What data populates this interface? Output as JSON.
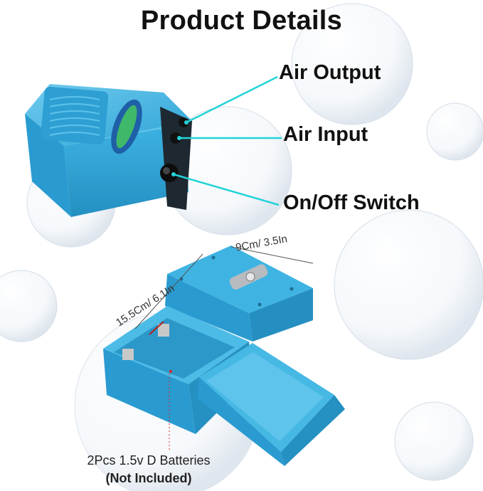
{
  "title": "Product Details",
  "callouts": {
    "air_output": "Air Output",
    "air_input": "Air Input",
    "switch": "On/Off Switch"
  },
  "dimensions": {
    "width": "9Cm/ 3.5In",
    "length": "15.5Cm/  6.1In"
  },
  "battery_note": {
    "line1": "2Pcs 1.5v D Batteries",
    "line2": "(Not Included)"
  },
  "colors": {
    "pump_blue": "#3fb3e0",
    "pump_blue_dark": "#2596c8",
    "callout_line": "#22d3d8",
    "bubble": "#dfe7ef"
  }
}
